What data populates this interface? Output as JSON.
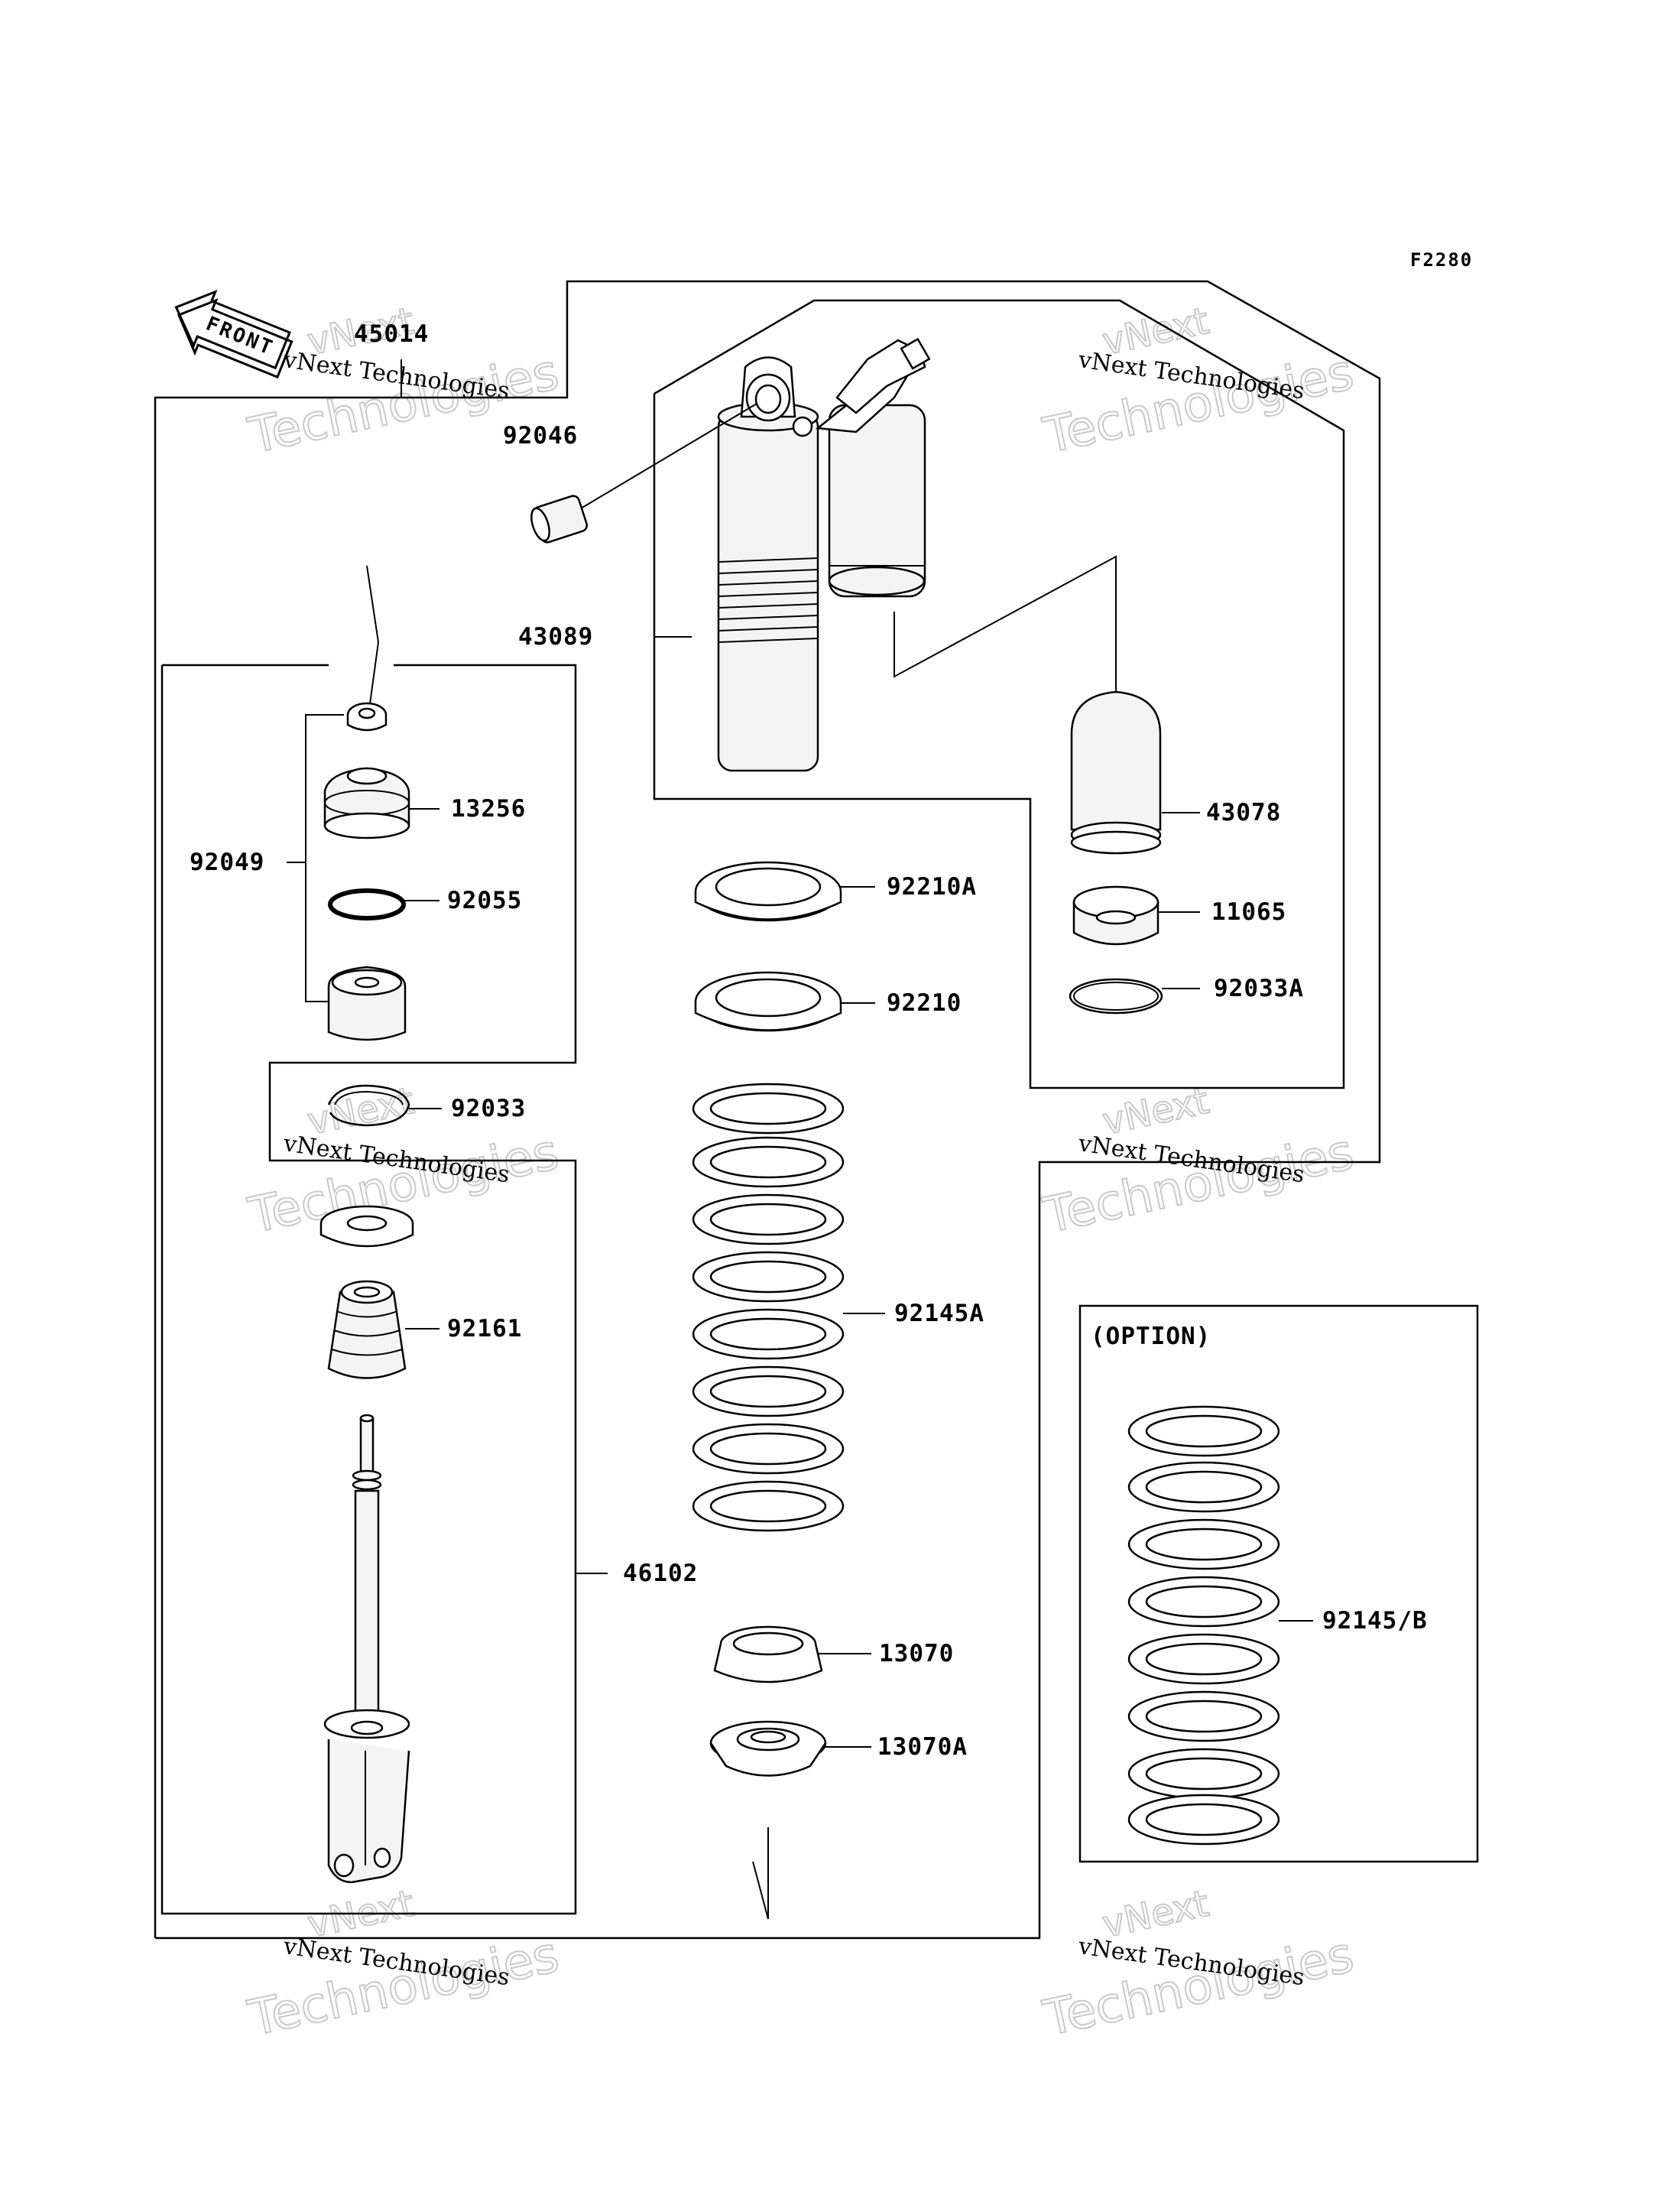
{
  "figure": {
    "code": "F2280"
  },
  "front_arrow": {
    "label": "FRONT"
  },
  "option_box": {
    "title": "(OPTION)"
  },
  "parts": [
    {
      "id": "45014",
      "label": "45014"
    },
    {
      "id": "92046",
      "label": "92046"
    },
    {
      "id": "43089",
      "label": "43089"
    },
    {
      "id": "43078",
      "label": "43078"
    },
    {
      "id": "11065",
      "label": "11065"
    },
    {
      "id": "92033A",
      "label": "92033A"
    },
    {
      "id": "92210A",
      "label": "92210A"
    },
    {
      "id": "92210",
      "label": "92210"
    },
    {
      "id": "92145A",
      "label": "92145A"
    },
    {
      "id": "13256",
      "label": "13256"
    },
    {
      "id": "92049",
      "label": "92049"
    },
    {
      "id": "92055",
      "label": "92055"
    },
    {
      "id": "92033",
      "label": "92033"
    },
    {
      "id": "92161",
      "label": "92161"
    },
    {
      "id": "46102",
      "label": "46102"
    },
    {
      "id": "13070",
      "label": "13070"
    },
    {
      "id": "13070A",
      "label": "13070A"
    },
    {
      "id": "92145B",
      "label": "92145/B"
    }
  ],
  "watermark": {
    "line1": "vNext Technologies",
    "line2": "vNext",
    "line3": "Technologies"
  }
}
